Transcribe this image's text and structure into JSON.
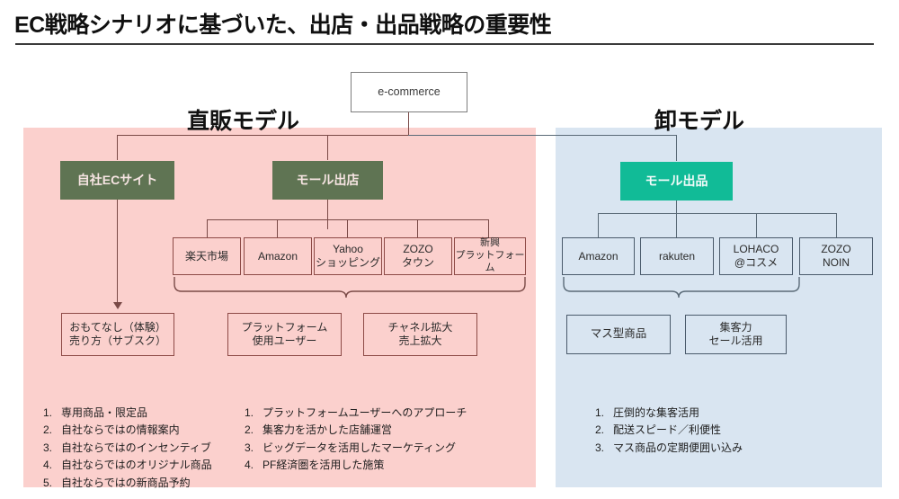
{
  "title": "EC戦略シナリオに基づいた、出店・出品戦略の重要性",
  "root": {
    "label": "e-commerce"
  },
  "panels": {
    "direct": {
      "label": "直販モデル",
      "color": "#fbd0cd",
      "branches": [
        {
          "label": "自社ECサイト"
        },
        {
          "label": "モール出店"
        }
      ],
      "platforms": [
        {
          "label": "楽天市場"
        },
        {
          "label": "Amazon"
        },
        {
          "label_line1": "Yahoo",
          "label_line2": "ショッピング"
        },
        {
          "label_line1": "ZOZO",
          "label_line2": "タウン"
        },
        {
          "label_line1": "新興",
          "label_line2": "プラットフォーム"
        }
      ],
      "outcomes": [
        {
          "line1": "おもてなし（体験）",
          "line2": "売り方（サブスク）"
        },
        {
          "line1": "プラットフォーム",
          "line2": "使用ユーザー"
        },
        {
          "line1": "チャネル拡大",
          "line2": "売上拡大"
        }
      ],
      "list_own": [
        "専用商品・限定品",
        "自社ならではの情報案内",
        "自社ならではのインセンティブ",
        "自社ならではのオリジナル商品",
        "自社ならではの新商品予約"
      ],
      "list_mall": [
        "プラットフォームユーザーへのアプローチ",
        "集客力を活かした店舗運営",
        "ビッグデータを活用したマーケティング",
        "PF経済圏を活用した施策"
      ]
    },
    "wholesale": {
      "label": "卸モデル",
      "color": "#d9e5f1",
      "branches": [
        {
          "label": "モール出品"
        }
      ],
      "platforms": [
        {
          "label": "Amazon"
        },
        {
          "label": "rakuten"
        },
        {
          "label_line1": "LOHACO",
          "label_line2": "@コスメ"
        },
        {
          "label_line1": "ZOZO",
          "label_line2": "NOIN"
        }
      ],
      "outcomes": [
        {
          "line1": "マス型商品",
          "line2": ""
        },
        {
          "line1": "集客力",
          "line2": "セール活用"
        }
      ],
      "list": [
        "圧倒的な集客活用",
        "配送スピード／利便性",
        "マス商品の定期便囲い込み"
      ]
    }
  },
  "colors": {
    "pink_panel": "#fbd0cd",
    "blue_panel": "#d9e5f1",
    "green_box": "#5f7453",
    "teal_box": "#11bb97",
    "pink_line": "#7a4a47",
    "blue_line": "#5a6a77"
  }
}
